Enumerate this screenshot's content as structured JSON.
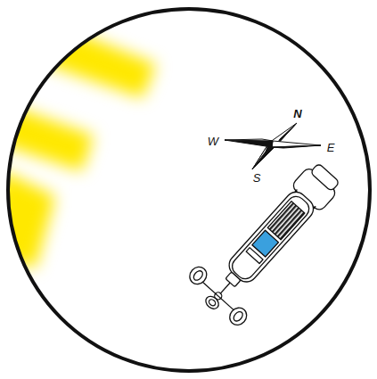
{
  "diagram": {
    "labels": [
      "N",
      "W",
      "E",
      "S"
    ]
  }
}
